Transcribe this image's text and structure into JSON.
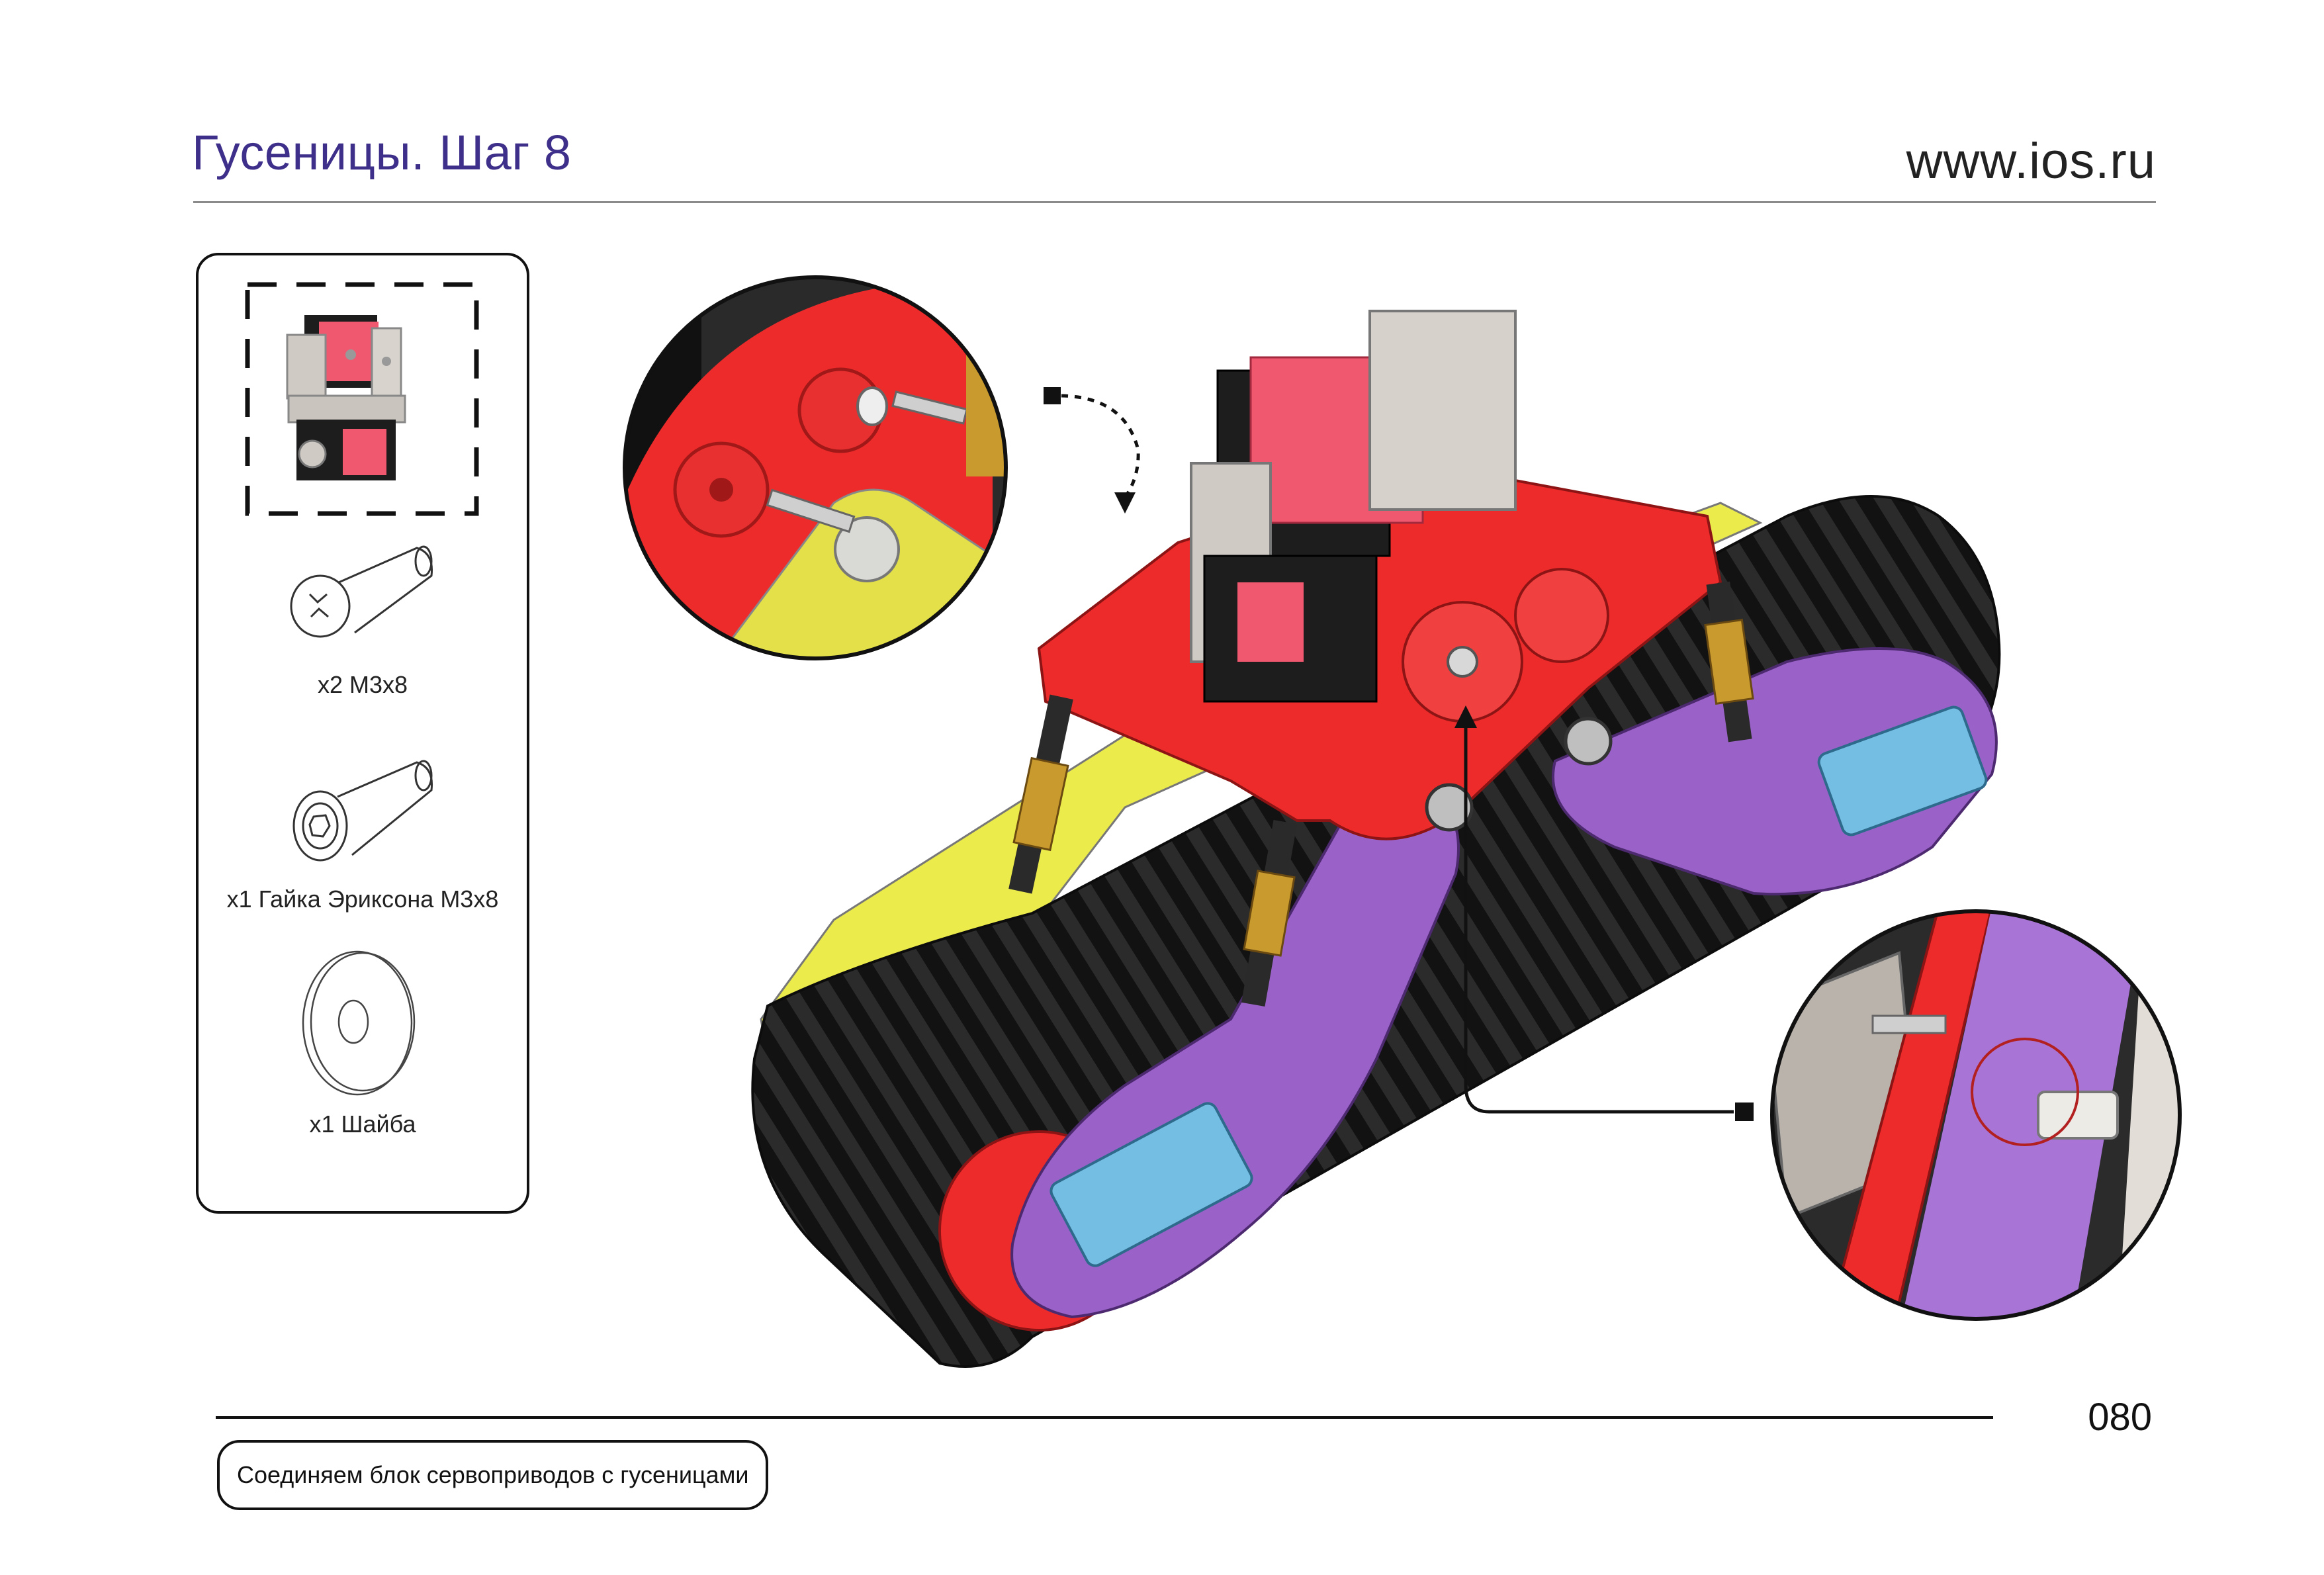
{
  "header": {
    "title": "Гусеницы. Шаг 8",
    "website": "www.ios.ru"
  },
  "parts": [
    {
      "qty_label": "x2 M3x8",
      "icon": "pan-head-screw-icon"
    },
    {
      "qty_label": "x1 Гайка Эриксона M3x8",
      "icon": "socket-screw-icon"
    },
    {
      "qty_label": "x1 Шайба",
      "icon": "washer-icon"
    }
  ],
  "assembly_icon": "servo-block-icon",
  "footer": {
    "page_number": "080",
    "caption": "Соединяем блок сервоприводов с гусеницами"
  },
  "colors": {
    "title": "#3d2f8a",
    "frame_red": "#ee2b2b",
    "track_black": "#1e1e1e",
    "purple": "#9a62c8",
    "blue": "#74bde3",
    "yellow": "#eceb4c",
    "servo_pink": "#f05870"
  }
}
